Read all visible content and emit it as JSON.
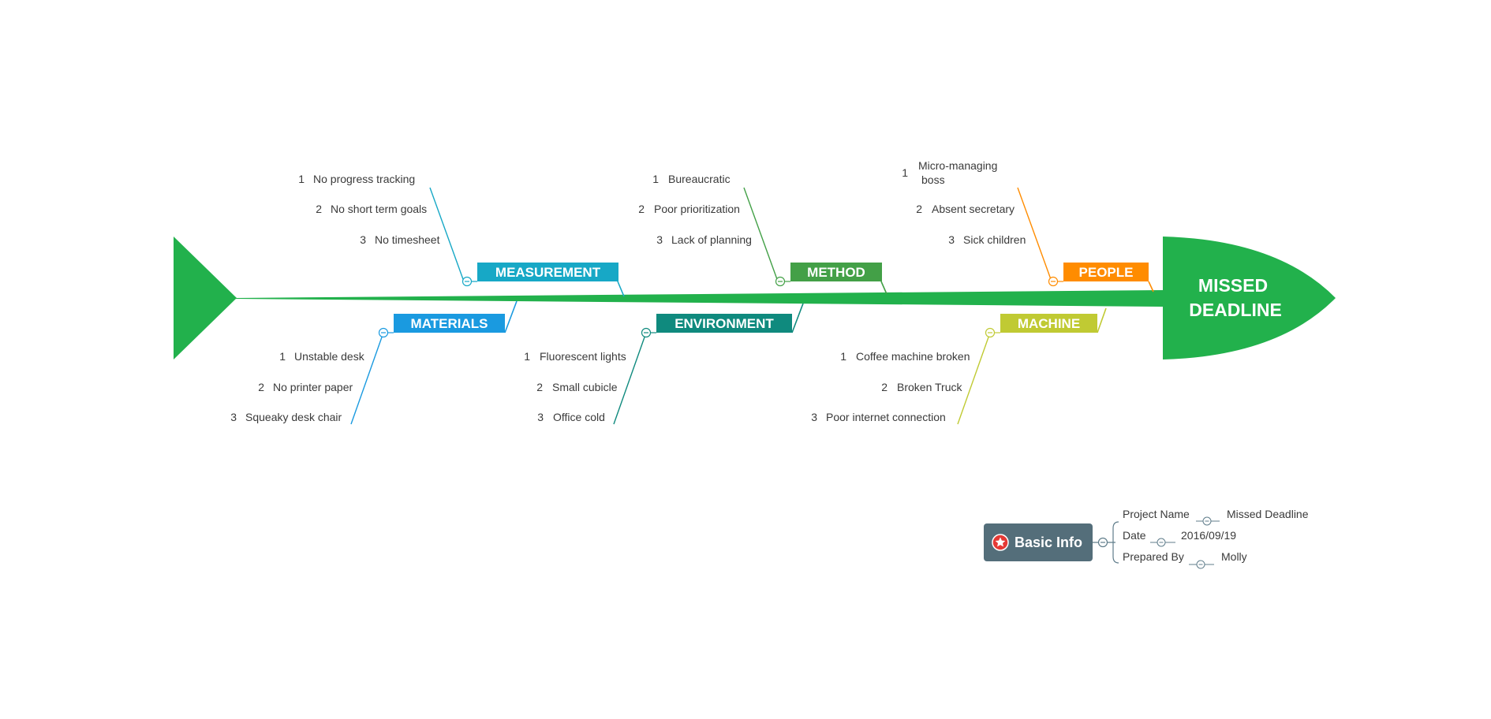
{
  "diagram": {
    "head": {
      "line1": "MISSED",
      "line2": "DEADLINE",
      "color": "#22b14c"
    },
    "categories": [
      {
        "key": "measurement",
        "label": "MEASUREMENT",
        "color": "#17a8c6",
        "causes": [
          {
            "num": "1",
            "text": "No progress tracking"
          },
          {
            "num": "2",
            "text": "No short term goals"
          },
          {
            "num": "3",
            "text": "No timesheet"
          }
        ]
      },
      {
        "key": "method",
        "label": "METHOD",
        "color": "#43a047",
        "causes": [
          {
            "num": "1",
            "text": "Bureaucratic"
          },
          {
            "num": "2",
            "text": "Poor prioritization"
          },
          {
            "num": "3",
            "text": "Lack of planning"
          }
        ]
      },
      {
        "key": "people",
        "label": "PEOPLE",
        "color": "#ff8c00",
        "causes": [
          {
            "num": "1",
            "text": "Micro-managing",
            "text2": "boss"
          },
          {
            "num": "2",
            "text": "Absent secretary"
          },
          {
            "num": "3",
            "text": "Sick children"
          }
        ]
      },
      {
        "key": "materials",
        "label": "MATERIALS",
        "color": "#1a9ae0",
        "causes": [
          {
            "num": "1",
            "text": "Unstable desk"
          },
          {
            "num": "2",
            "text": "No printer paper"
          },
          {
            "num": "3",
            "text": "Squeaky desk chair"
          }
        ]
      },
      {
        "key": "environment",
        "label": "ENVIRONMENT",
        "color": "#0f8a7e",
        "causes": [
          {
            "num": "1",
            "text": "Fluorescent lights"
          },
          {
            "num": "2",
            "text": "Small cubicle"
          },
          {
            "num": "3",
            "text": "Office cold"
          }
        ]
      },
      {
        "key": "machine",
        "label": "MACHINE",
        "color": "#c0ca33",
        "causes": [
          {
            "num": "1",
            "text": "Coffee machine broken"
          },
          {
            "num": "2",
            "text": "Broken Truck"
          },
          {
            "num": "3",
            "text": "Poor internet connection"
          }
        ]
      }
    ]
  },
  "basic_info": {
    "title": "Basic Info",
    "icon": "star-badge-icon",
    "color": "#546e7a",
    "rows": [
      {
        "label": "Project Name",
        "value": "Missed Deadline"
      },
      {
        "label": "Date",
        "value": "2016/09/19"
      },
      {
        "label": "Prepared By",
        "value": "Molly"
      }
    ]
  }
}
